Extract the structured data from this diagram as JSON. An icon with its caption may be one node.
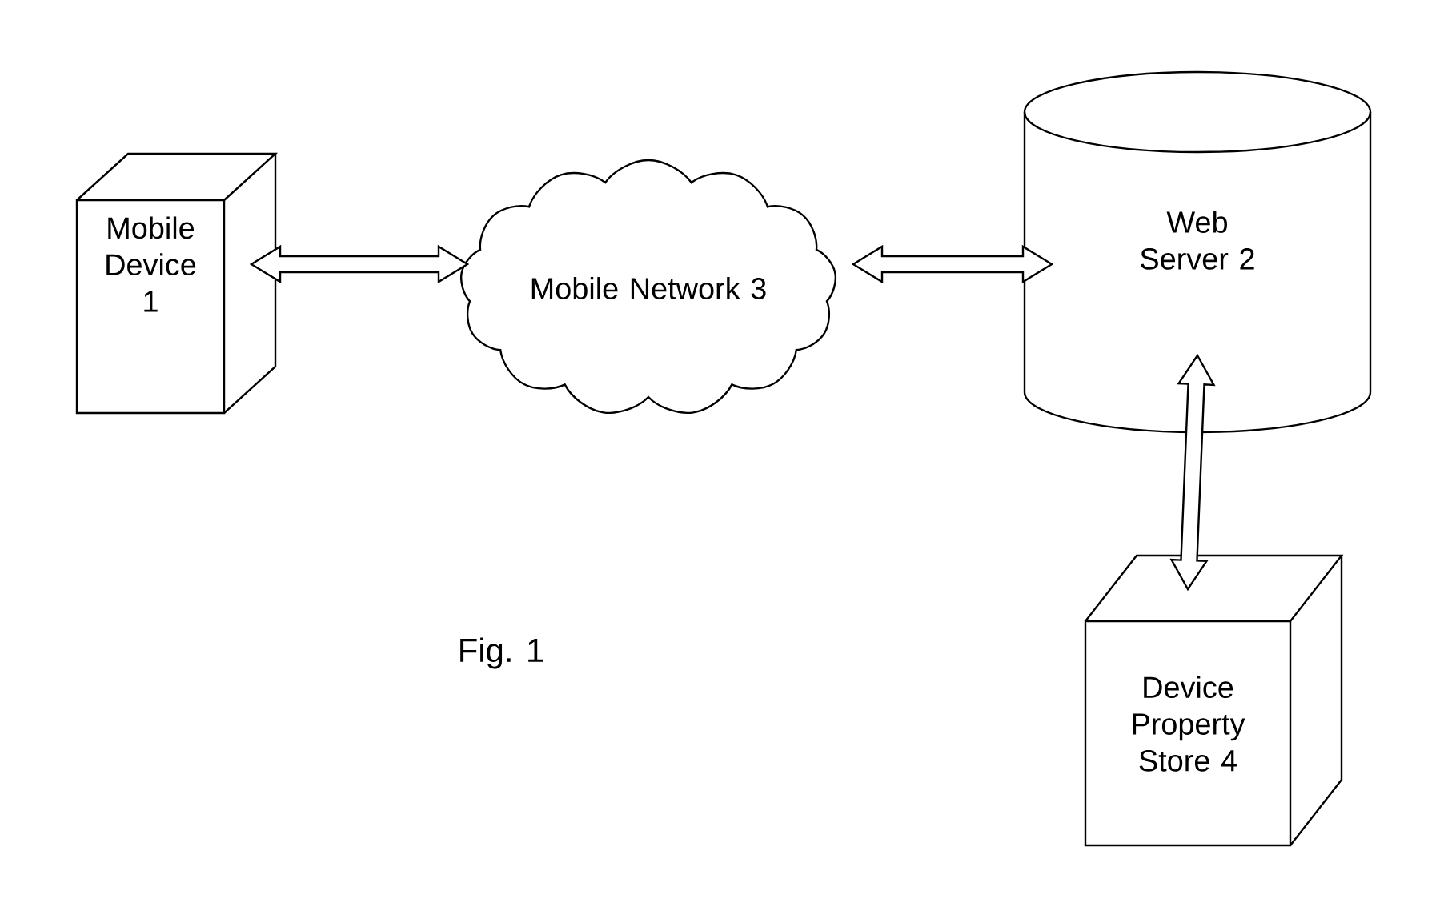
{
  "diagram": {
    "caption": "Fig. 1",
    "nodes": [
      {
        "text": [
          "Mobile Device 1"
        ]
      },
      {
        "text": [
          "Mobile Network 3"
        ]
      },
      {
        "text": [
          "Web Server 2"
        ]
      },
      {
        "text": [
          "Device Property Store 4"
        ]
      }
    ],
    "edges": [
      {
        "from": 0,
        "to": 1,
        "arrow": "both"
      },
      {
        "from": 1,
        "to": 2,
        "arrow": "both"
      },
      {
        "from": 2,
        "to": 3,
        "arrow": "both"
      }
    ]
  }
}
